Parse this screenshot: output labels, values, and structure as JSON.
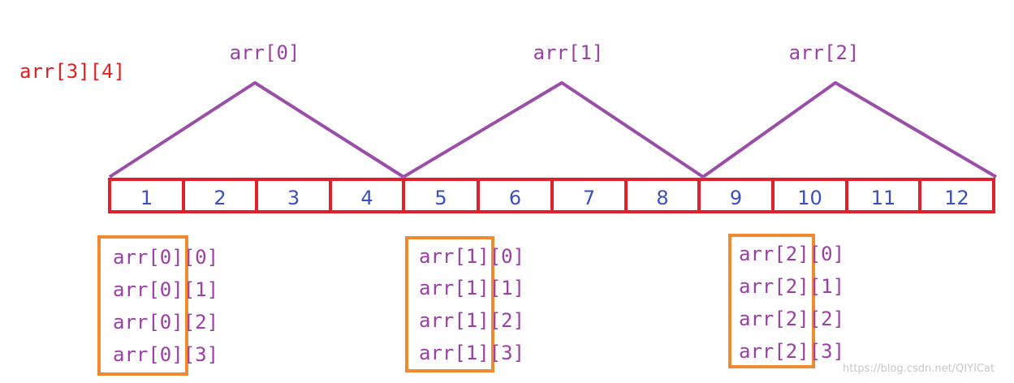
{
  "declaration": "arr[3][4]",
  "rows": [
    {
      "label": "arr[0]",
      "elements": [
        {
          "row": "arr[0]",
          "col": "[0]"
        },
        {
          "row": "arr[0]",
          "col": "[1]"
        },
        {
          "row": "arr[0]",
          "col": "[2]"
        },
        {
          "row": "arr[0]",
          "col": "[3]"
        }
      ]
    },
    {
      "label": "arr[1]",
      "elements": [
        {
          "row": "arr[1]",
          "col": "[0]"
        },
        {
          "row": "arr[1]",
          "col": "[1]"
        },
        {
          "row": "arr[1]",
          "col": "[2]"
        },
        {
          "row": "arr[1]",
          "col": "[3]"
        }
      ]
    },
    {
      "label": "arr[2]",
      "elements": [
        {
          "row": "arr[2]",
          "col": "[0]"
        },
        {
          "row": "arr[2]",
          "col": "[1]"
        },
        {
          "row": "arr[2]",
          "col": "[2]"
        },
        {
          "row": "arr[2]",
          "col": "[3]"
        }
      ]
    }
  ],
  "cells": [
    "1",
    "2",
    "3",
    "4",
    "5",
    "6",
    "7",
    "8",
    "9",
    "10",
    "11",
    "12"
  ],
  "watermark": "https://blog.csdn.net/QIYICat",
  "colors": {
    "declaration": "#e02020",
    "row_label": "#9b3fa6",
    "bracket_line": "#9b4ea8",
    "cell_border": "#e0202a",
    "cell_number": "#3a4fc0",
    "element_box": "#f08a30",
    "element_text": "#9b3fa6",
    "watermark": "#c8c8c8"
  }
}
